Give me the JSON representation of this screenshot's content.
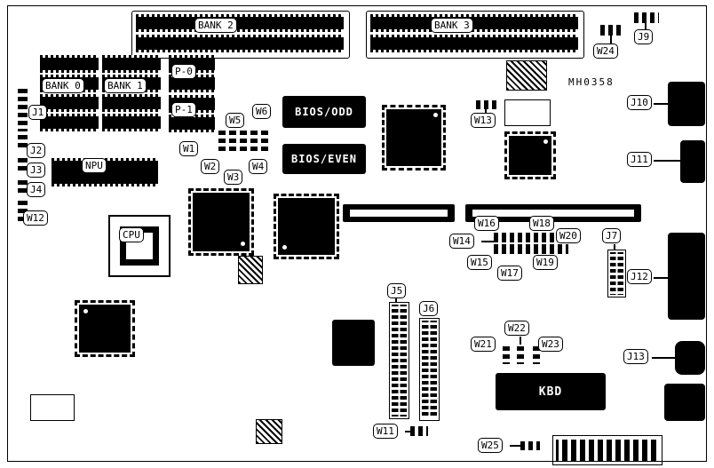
{
  "board": {
    "part_number": "MH0358"
  },
  "memory": {
    "bank0": "BANK 0",
    "bank1": "BANK 1",
    "bank2": "BANK 2",
    "bank3": "BANK 3",
    "p0": "P-0",
    "p1": "P-1"
  },
  "chips": {
    "cpu": "CPU",
    "npu": "NPU",
    "bios_odd": "BIOS/ODD",
    "bios_even": "BIOS/EVEN",
    "kbd": "KBD"
  },
  "connectors": {
    "j1": "J1",
    "j2": "J2",
    "j3": "J3",
    "j4": "J4",
    "j5": "J5",
    "j6": "J6",
    "j7": "J7",
    "j9": "J9",
    "j10": "J10",
    "j11": "J11",
    "j12": "J12",
    "j13": "J13"
  },
  "jumpers": {
    "w1": "W1",
    "w2": "W2",
    "w3": "W3",
    "w4": "W4",
    "w5": "W5",
    "w6": "W6",
    "w11": "W11",
    "w12": "W12",
    "w13": "W13",
    "w14": "W14",
    "w15": "W15",
    "w16": "W16",
    "w17": "W17",
    "w18": "W18",
    "w19": "W19",
    "w20": "W20",
    "w21": "W21",
    "w22": "W22",
    "w23": "W23",
    "w24": "W24",
    "w25": "W25"
  },
  "colors": {
    "board_bg": "#ffffff",
    "component": "#000000"
  }
}
